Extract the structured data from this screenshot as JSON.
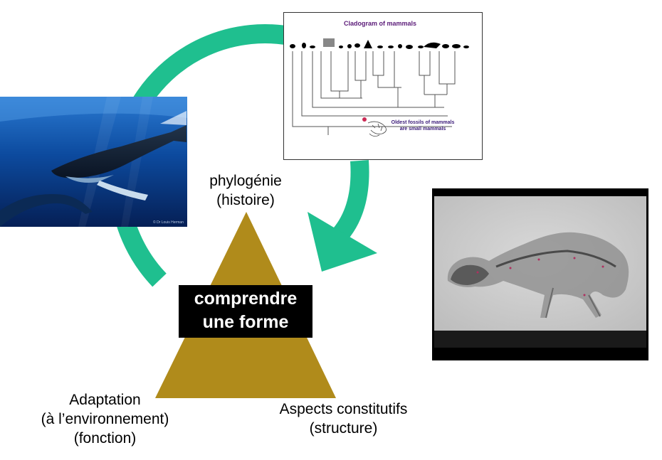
{
  "labels": {
    "top_line1": "phylogénie",
    "top_line2": "(histoire)",
    "center_line1": "comprendre",
    "center_line2": "une forme",
    "left_line1": "Adaptation",
    "left_line2": "(à l’environnement)",
    "left_line3": "(fonction)",
    "right_line1": "Aspects constitutifs",
    "right_line2": "(structure)"
  },
  "cladogram": {
    "title": "Cladogram of mammals",
    "note_line1": "Oldest fossils of mammals",
    "note_line2": "are small mammals"
  },
  "whale_photo": {
    "copyright": "© Dr Louis Herman"
  },
  "colors": {
    "arrow": "#1fbf8f",
    "triangle": "#b08b1b",
    "center_box": "#000000",
    "clado_title": "#5a1a78",
    "clado_marker": "#cc2a55"
  }
}
